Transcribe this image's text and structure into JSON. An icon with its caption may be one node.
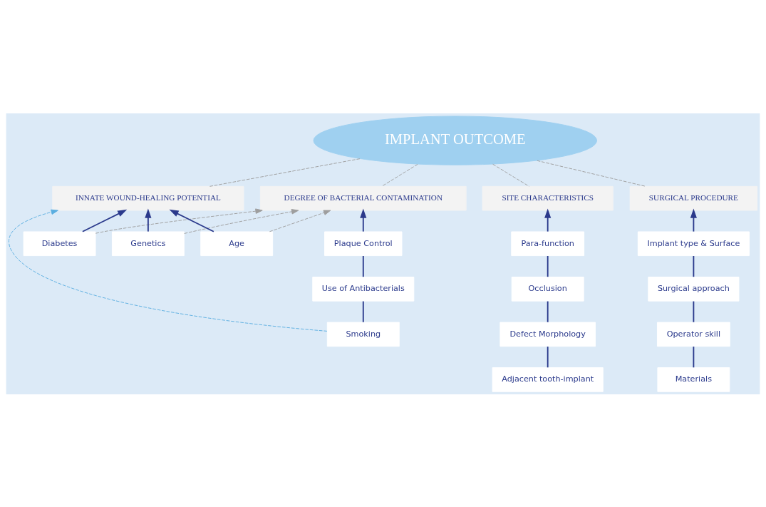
{
  "diagram": {
    "nodes": [
      {
        "text": [
          "IMPLANT OUTCOME"
        ]
      },
      {
        "text": [
          "DEGREE OF BACTERIAL CONTAMINATION"
        ]
      },
      {
        "text": [
          "INNATE WOUND-HEALING POTENTIAL"
        ]
      },
      {
        "text": [
          "SITE CHARACTERISTICS"
        ]
      },
      {
        "text": [
          "SURGICAL PROCEDURE"
        ]
      },
      {
        "text": [
          "Plaque Control"
        ]
      },
      {
        "text": [
          "Use of Antibacterials"
        ]
      },
      {
        "text": [
          "Smoking"
        ]
      },
      {
        "text": [
          "Diabetes"
        ]
      },
      {
        "text": [
          "Genetics"
        ]
      },
      {
        "text": [
          "Age"
        ]
      },
      {
        "text": [
          "Para-function"
        ]
      },
      {
        "text": [
          "Occlusion"
        ]
      },
      {
        "text": [
          "Defect Morphology"
        ]
      },
      {
        "text": [
          "Adjacent tooth-implant"
        ]
      },
      {
        "text": [
          "Implant type & Surface"
        ]
      },
      {
        "text": [
          "Surgical approach"
        ]
      },
      {
        "text": [
          "Operator skill"
        ]
      },
      {
        "text": [
          "Materials"
        ]
      }
    ],
    "edges": [
      {
        "from": 0,
        "to": 1,
        "arrow": "none",
        "style": "dashed",
        "color": "#9e9e9e"
      },
      {
        "from": 0,
        "to": 2,
        "arrow": "none",
        "style": "dashed",
        "color": "#9e9e9e"
      },
      {
        "from": 0,
        "to": 3,
        "arrow": "none",
        "style": "dashed",
        "color": "#9e9e9e"
      },
      {
        "from": 0,
        "to": 4,
        "arrow": "none",
        "style": "dashed",
        "color": "#9e9e9e"
      },
      {
        "from": 5,
        "to": 1,
        "arrow": "to"
      },
      {
        "from": 6,
        "to": 5,
        "arrow": "none"
      },
      {
        "from": 7,
        "to": 6,
        "arrow": "none"
      },
      {
        "from": 7,
        "to": 2,
        "arrow": "to",
        "style": "dashed",
        "color": "#5aaee0"
      },
      {
        "from": 8,
        "to": 1,
        "arrow": "to",
        "style": "dashed",
        "color": "#9e9e9e"
      },
      {
        "from": 9,
        "to": 1,
        "arrow": "to",
        "style": "dashed",
        "color": "#9e9e9e"
      },
      {
        "from": 10,
        "to": 1,
        "arrow": "to",
        "style": "dashed",
        "color": "#9e9e9e"
      },
      {
        "from": 8,
        "to": 2,
        "arrow": "to"
      },
      {
        "from": 9,
        "to": 2,
        "arrow": "to"
      },
      {
        "from": 10,
        "to": 2,
        "arrow": "to"
      },
      {
        "from": 11,
        "to": 3,
        "arrow": "to"
      },
      {
        "from": 12,
        "to": 11,
        "arrow": "none"
      },
      {
        "from": 13,
        "to": 12,
        "arrow": "none"
      },
      {
        "from": 14,
        "to": 13,
        "arrow": "none"
      },
      {
        "from": 15,
        "to": 4,
        "arrow": "to"
      },
      {
        "from": 16,
        "to": 15,
        "arrow": "none"
      },
      {
        "from": 17,
        "to": 16,
        "arrow": "none"
      },
      {
        "from": 18,
        "to": 17,
        "arrow": "none"
      }
    ]
  }
}
